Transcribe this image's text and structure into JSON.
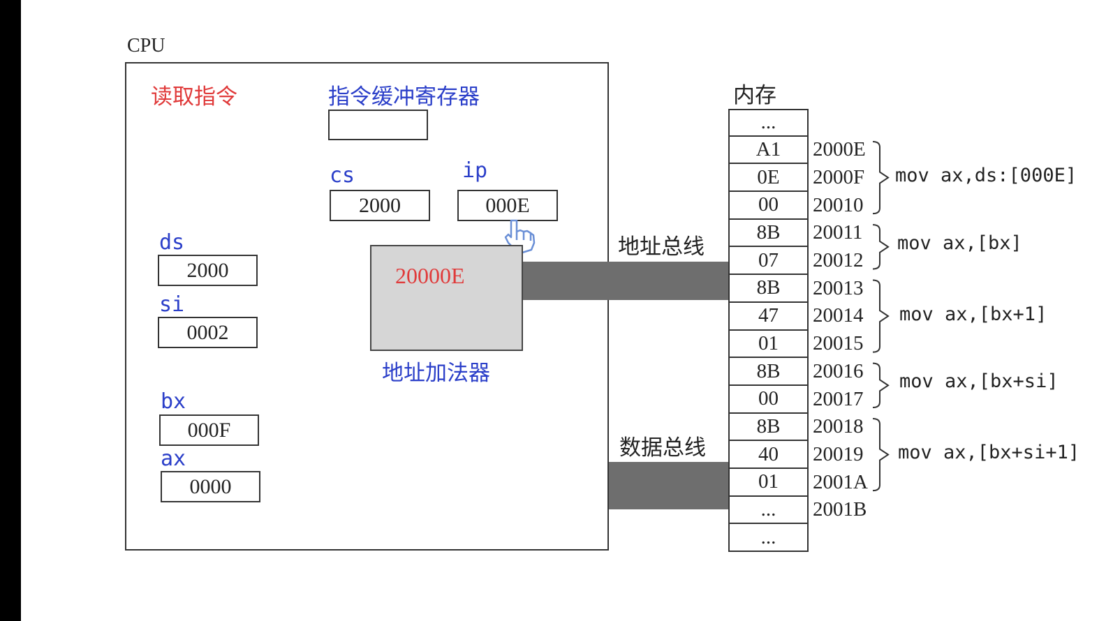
{
  "cpu": {
    "title": "CPU",
    "step_label": "读取指令",
    "instr_buffer_label": "指令缓冲寄存器",
    "instr_buffer_value": ""
  },
  "registers": {
    "cs": {
      "name": "cs",
      "value": "2000"
    },
    "ip": {
      "name": "ip",
      "value": "000E"
    },
    "ds": {
      "name": "ds",
      "value": "2000"
    },
    "si": {
      "name": "si",
      "value": "0002"
    },
    "bx": {
      "name": "bx",
      "value": "000F"
    },
    "ax": {
      "name": "ax",
      "value": "0000"
    }
  },
  "adder": {
    "label": "地址加法器",
    "value": "20000E"
  },
  "buses": {
    "address_label": "地址总线",
    "data_label": "数据总线"
  },
  "memory": {
    "title": "内存",
    "cells": [
      "...",
      "A1",
      "0E",
      "00",
      "8B",
      "07",
      "8B",
      "47",
      "01",
      "8B",
      "00",
      "8B",
      "40",
      "01",
      "...",
      "..."
    ],
    "addresses": [
      "2000E",
      "2000F",
      "20010",
      "20011",
      "20012",
      "20013",
      "20014",
      "20015",
      "20016",
      "20017",
      "20018",
      "20019",
      "2001A",
      "2001B"
    ]
  },
  "instructions": [
    "mov ax,ds:[000E]",
    "mov ax,[bx]",
    "mov ax,[bx+1]",
    "mov ax,[bx+si]",
    "mov ax,[bx+si+1]"
  ],
  "colors": {
    "label_blue": "#2b3fc9",
    "highlight_red": "#e03a3a",
    "adder_fill": "#d6d6d6",
    "bus_fill": "#6e6e6e"
  },
  "icons": {
    "cursor": "hand-pointer-icon"
  }
}
